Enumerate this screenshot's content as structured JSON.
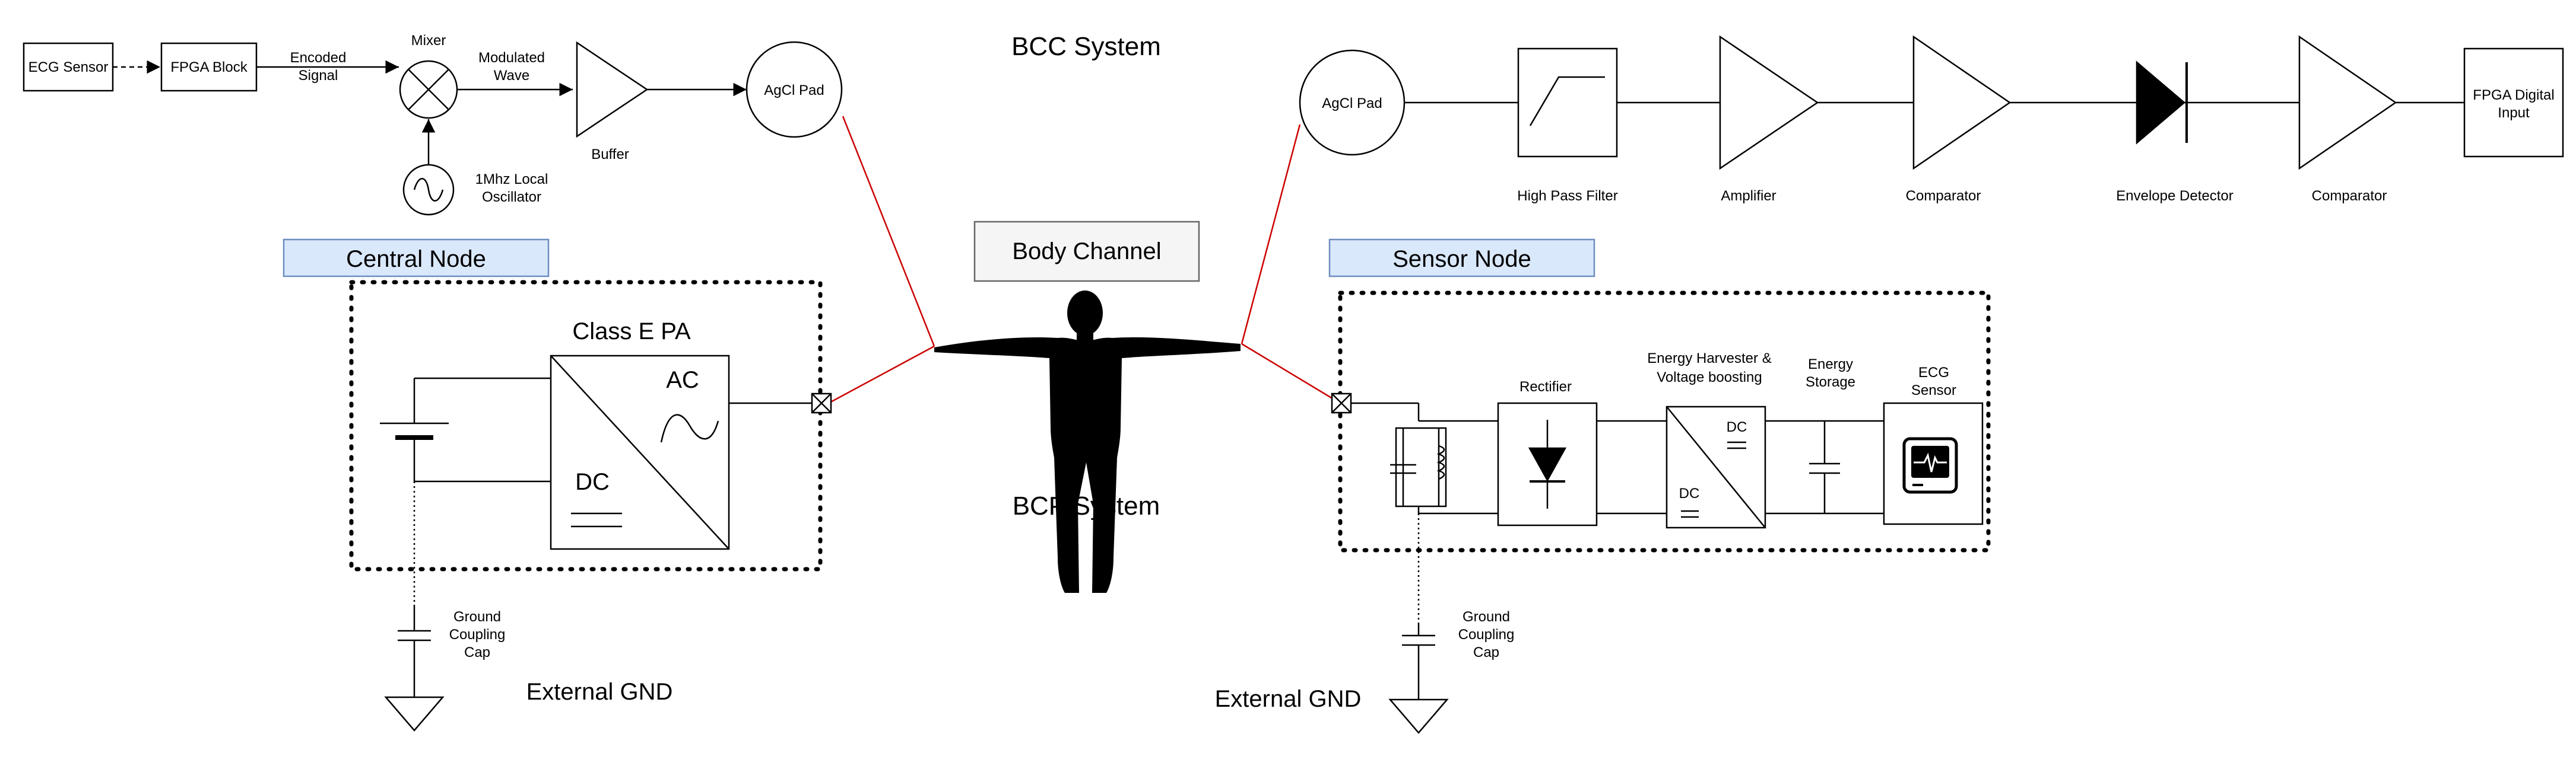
{
  "titles": {
    "bcc_system": "BCC System",
    "bcp_system": "BCP System",
    "body_channel": "Body Channel",
    "central_node": "Central Node",
    "sensor_node": "Sensor Node"
  },
  "transmitter": {
    "ecg_sensor": "ECG Sensor",
    "fpga_block": "FPGA Block",
    "encoded_signal_1": "Encoded",
    "encoded_signal_2": "Signal",
    "mixer": "Mixer",
    "modulated_wave_1": "Modulated",
    "modulated_wave_2": "Wave",
    "oscillator_1": "1Mhz Local",
    "oscillator_2": "Oscillator",
    "buffer": "Buffer",
    "agcl_pad": "AgCl Pad"
  },
  "receiver": {
    "agcl_pad": "AgCl Pad",
    "high_pass_filter": "High Pass Filter",
    "amplifier": "Amplifier",
    "comparator_1": "Comparator",
    "envelope_detector": "Envelope Detector",
    "comparator_2": "Comparator",
    "fpga_input_1": "FPGA Digital",
    "fpga_input_2": "Input"
  },
  "central": {
    "class_e_pa": "Class E PA",
    "ac": "AC",
    "dc": "DC",
    "ground_cap_1": "Ground",
    "ground_cap_2": "Coupling",
    "ground_cap_3": "Cap",
    "external_gnd": "External GND"
  },
  "sensor": {
    "rectifier": "Rectifier",
    "harvester_1": "Energy Harvester &",
    "harvester_2": "Voltage boosting",
    "storage_1": "Energy",
    "storage_2": "Storage",
    "ecg_1": "ECG",
    "ecg_2": "Sensor",
    "dc_top": "DC",
    "dc_bottom": "DC",
    "ground_cap_1": "Ground",
    "ground_cap_2": "Coupling",
    "ground_cap_3": "Cap",
    "external_gnd": "External GND"
  },
  "colors": {
    "node_label_fill": "#dae8fc",
    "node_label_stroke": "#6c8ebf",
    "body_channel_fill": "#f5f5f5",
    "body_channel_stroke": "#666666",
    "wire_red": "#cc0000"
  }
}
